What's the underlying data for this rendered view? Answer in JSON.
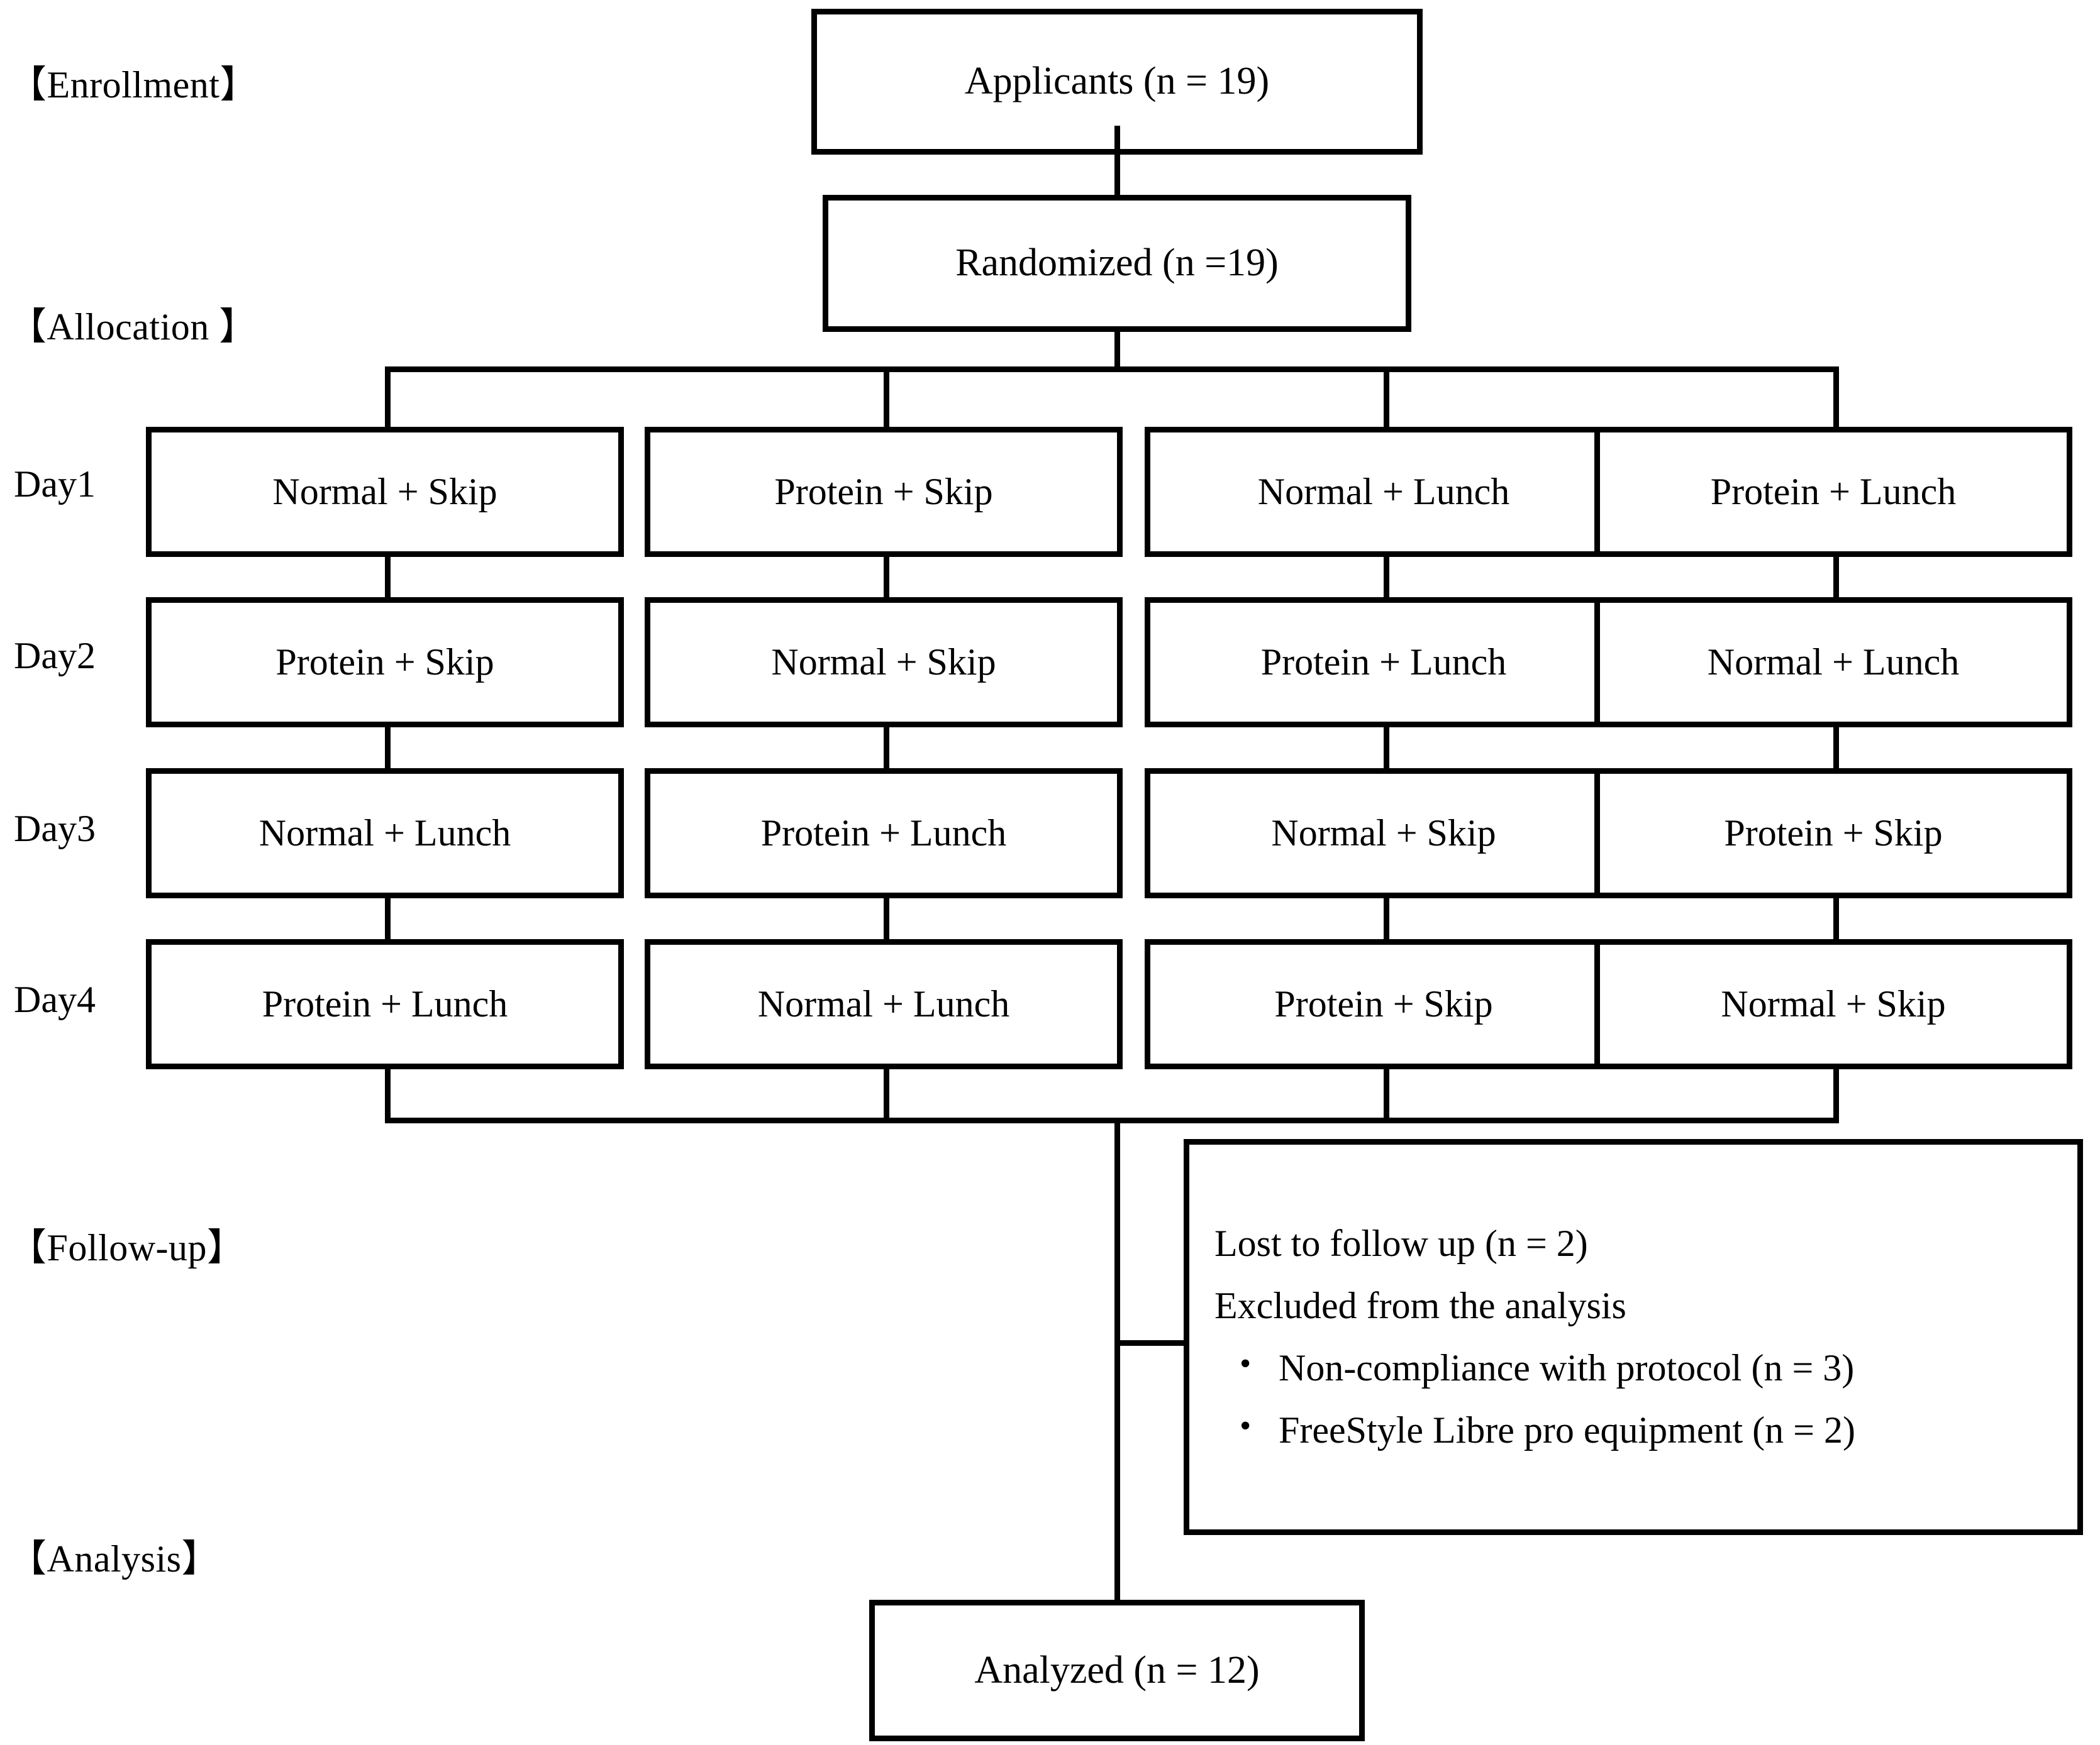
{
  "figure": {
    "type": "consort-flow-diagram",
    "accent_color": "#000000",
    "background_color": "#ffffff"
  },
  "stages": {
    "enrollment": "【Enrollment】",
    "allocation": "【Allocation 】",
    "followup": "【Follow-up】",
    "analysis": "【Analysis】"
  },
  "enrollment": {
    "applicants": "Applicants (n = 19)",
    "randomized": "Randomized (n =19)"
  },
  "allocation": {
    "day_labels": [
      "Day1",
      "Day2",
      "Day3",
      "Day4"
    ],
    "rows": [
      [
        "Normal + Skip",
        "Protein + Skip",
        "Normal + Lunch",
        "Protein + Lunch"
      ],
      [
        "Protein + Skip",
        "Normal + Skip",
        "Protein + Lunch",
        "Normal + Lunch"
      ],
      [
        "Normal + Lunch",
        "Protein + Lunch",
        "Normal + Skip",
        "Protein + Skip"
      ],
      [
        "Protein + Lunch",
        "Normal + Lunch",
        "Protein + Skip",
        "Normal + Skip"
      ]
    ]
  },
  "followup": {
    "lost": "Lost to follow up (n = 2)",
    "excluded_heading": "Excluded from the analysis",
    "excluded_items": [
      "Non-compliance with protocol (n = 3)",
      "FreeStyle Libre pro equipment (n = 2)"
    ]
  },
  "analysis": {
    "analyzed": "Analyzed (n = 12)"
  }
}
